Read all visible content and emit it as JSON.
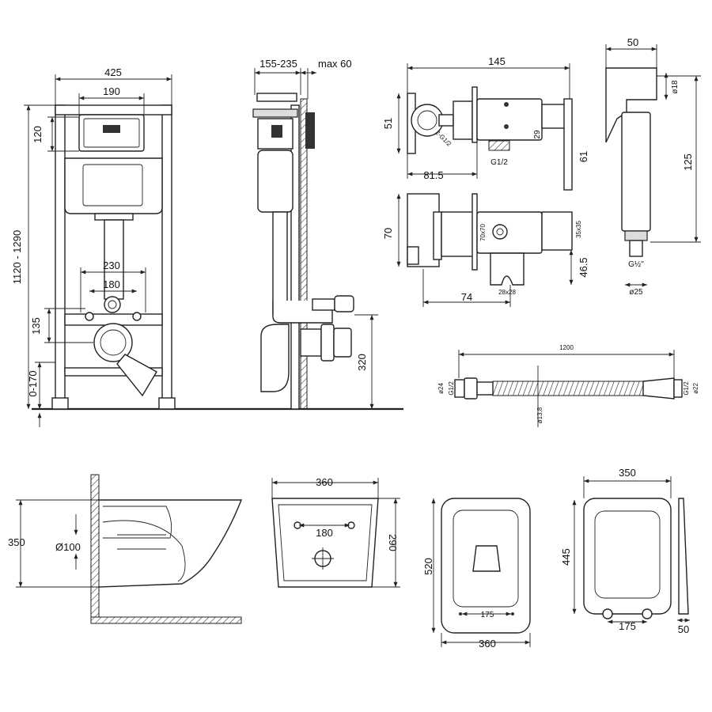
{
  "dimensions": {
    "frame_width": "425",
    "button_width": "190",
    "button_height": "120",
    "frame_height": "1120 - 1290",
    "stud_spacing": "230",
    "outlet_spacing": "180",
    "outlet_height": "135",
    "floor_adjust": "0-170",
    "wall_depth": "155-235",
    "wall_max": "max 60",
    "outlet_floor": "320",
    "valve_length": "145",
    "valve_height": "51",
    "valve_depth": "81.5",
    "valve_thread": "G1/2",
    "valve_thread_2": "2-G1/2",
    "valve_29": "29",
    "valve_61": "61",
    "valve_70": "70",
    "valve_74": "74",
    "valve_70x70": "70x70",
    "valve_35x35": "35x35",
    "valve_28x28": "28x28",
    "valve_46_5": "46.5",
    "sprayer_width": "50",
    "sprayer_d18": "ø18",
    "sprayer_length": "125",
    "sprayer_thread": "G½\"",
    "sprayer_d25": "ø25",
    "hose_length": "1200",
    "hose_d24": "ø24",
    "hose_g12_left": "G1/2",
    "hose_g12_right": "G1/2",
    "hose_d22": "ø22",
    "hose_d13_8": "ø13.8",
    "bowl_height": "350",
    "bowl_outlet": "Ø100",
    "bowl_width_rear": "360",
    "bowl_bolt": "180",
    "bowl_depth_rear": "290",
    "bowl_length": "520",
    "bowl_width_top": "360",
    "bowl_hinge_top": "175",
    "seat_width": "350",
    "seat_length": "445",
    "seat_hinge": "175",
    "seat_thickness": "50"
  }
}
